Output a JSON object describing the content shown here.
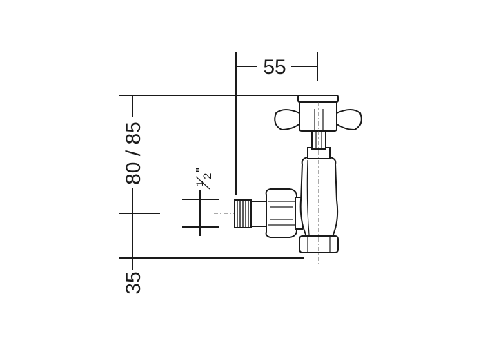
{
  "dimensions": {
    "width_label": "55",
    "height_label": "80 / 85",
    "pipe_offset_label": "35",
    "thread_num": "1",
    "thread_den": "2",
    "thread_unit": "\""
  },
  "colors": {
    "line": "#1a1a1a",
    "centerline": "#555555",
    "background": "#ffffff"
  },
  "icons": {
    "handle": "cross-head-handle-icon",
    "valve": "angled-radiator-valve-icon"
  }
}
